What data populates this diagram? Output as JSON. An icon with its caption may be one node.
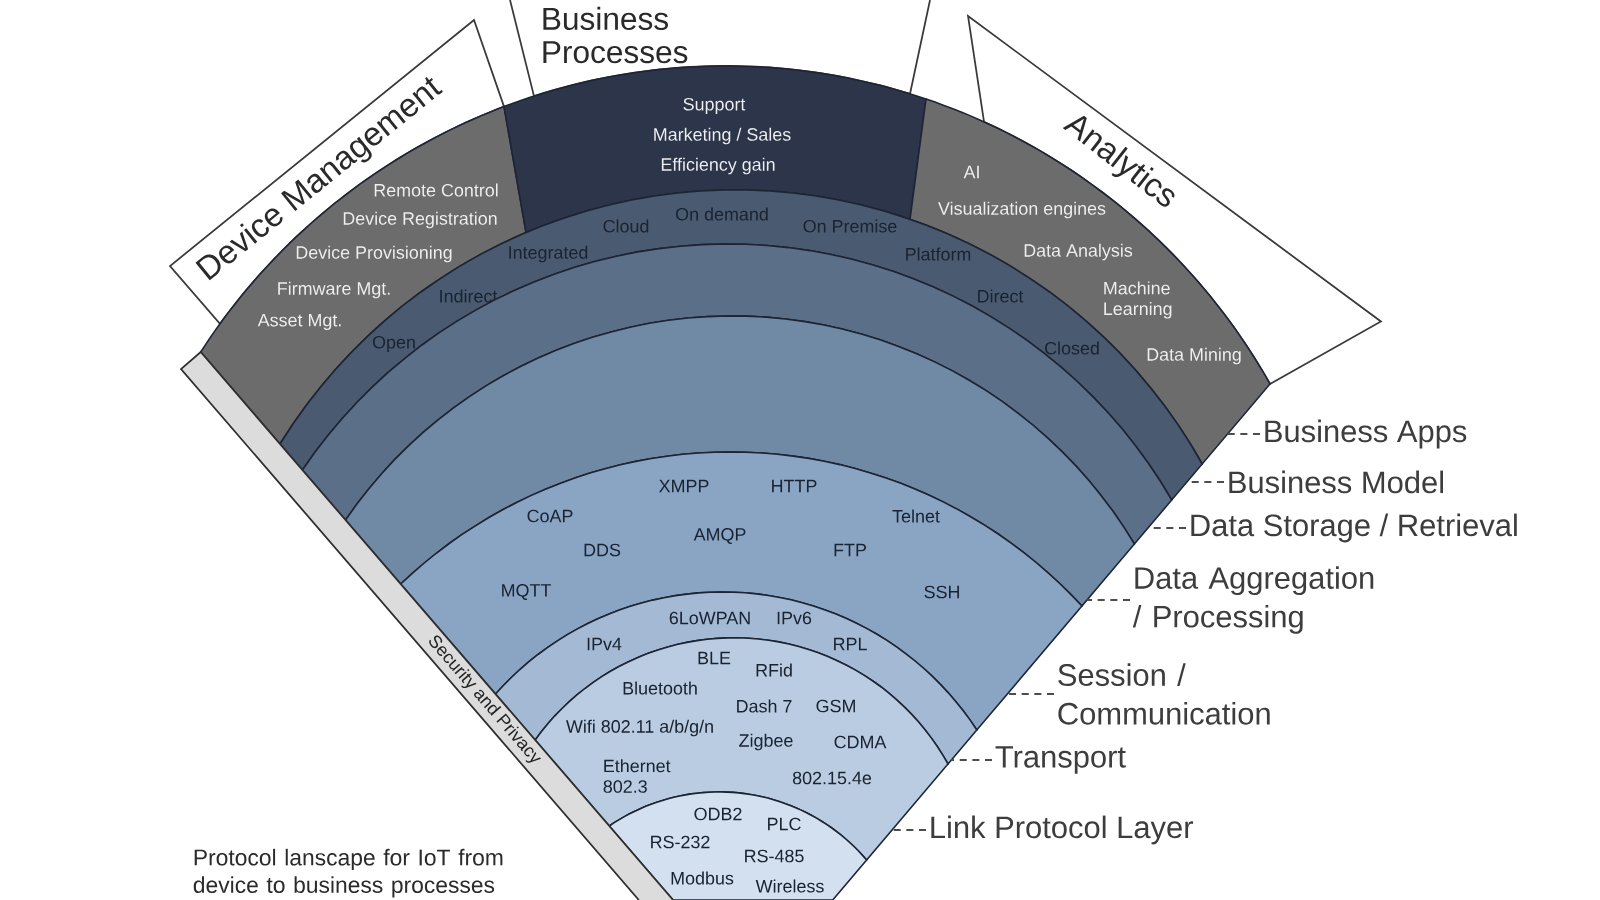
{
  "diagram": {
    "caption": "Protocol lanscape for IoT from device to business processes",
    "nodes": [
      {
        "text": [
          "Device Management"
        ]
      },
      {
        "text": [
          "Business Processes"
        ]
      },
      {
        "text": [
          "Analytics"
        ]
      },
      {
        "text": [
          "Remote Control",
          "Device Registration",
          "Device Provisioning",
          "Firmware Mgt.",
          "Asset Mgt."
        ]
      },
      {
        "text": [
          "Support",
          "Marketing / Sales",
          "Efficiency gain"
        ]
      },
      {
        "text": [
          "AI",
          "Visualization engines",
          "Data Analysis",
          "Machine Learning",
          "Data Mining"
        ]
      },
      {
        "text": [
          "Cloud",
          "On demand",
          "On Premise",
          "Integrated",
          "Platform",
          "Indirect",
          "Direct",
          "Open",
          "Closed"
        ]
      },
      {
        "text": [],
        "shape": "band"
      },
      {
        "text": [],
        "shape": "band"
      },
      {
        "text": [
          "XMPP",
          "HTTP",
          "CoAP",
          "Telnet",
          "AMQP",
          "DDS",
          "FTP",
          "MQTT",
          "SSH"
        ]
      },
      {
        "text": [
          "6LoWPAN",
          "IPv6",
          "IPv4",
          "RPL"
        ]
      },
      {
        "text": [
          "BLE",
          "RFid",
          "Bluetooth",
          "Dash 7",
          "GSM",
          "Wifi 802.11 a/b/g/n",
          "Zigbee",
          "CDMA",
          "Ethernet 802.3",
          "802.15.4e"
        ]
      },
      {
        "text": [
          "ODB2",
          "PLC",
          "RS-232",
          "RS-485",
          "Modbus",
          "Wireless"
        ]
      },
      {
        "text": [
          "Security and Privacy"
        ]
      },
      {
        "text": [
          "Business Apps"
        ]
      },
      {
        "text": [
          "Business Model"
        ]
      },
      {
        "text": [
          "Data Storage / Retrieval"
        ]
      },
      {
        "text": [
          "Data Aggregation / Processing"
        ]
      },
      {
        "text": [
          "Session / Communication"
        ]
      },
      {
        "text": [
          "Transport"
        ]
      },
      {
        "text": [
          "Link Protocol Layer"
        ]
      }
    ],
    "edges": [
      {
        "from": 14,
        "to": 5,
        "arrow": "none",
        "style": "dashed"
      },
      {
        "from": 15,
        "to": 6,
        "arrow": "none",
        "style": "dashed"
      },
      {
        "from": 16,
        "to": 7,
        "arrow": "none",
        "style": "dashed"
      },
      {
        "from": 17,
        "to": 8,
        "arrow": "none",
        "style": "dashed"
      },
      {
        "from": 18,
        "to": 9,
        "arrow": "none",
        "style": "dashed"
      },
      {
        "from": 19,
        "to": 10,
        "arrow": "none",
        "style": "dashed"
      },
      {
        "from": 20,
        "to": 11,
        "arrow": "none",
        "style": "dashed"
      }
    ]
  }
}
